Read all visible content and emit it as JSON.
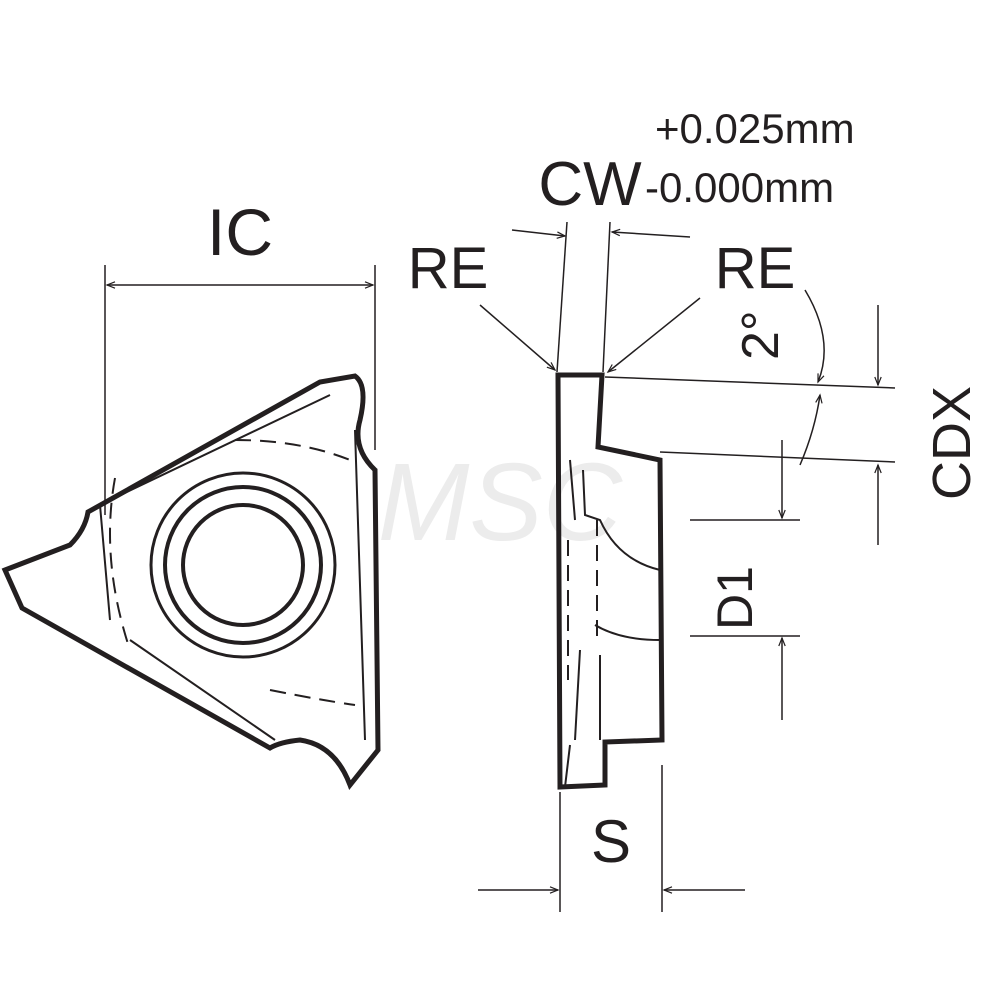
{
  "labels": {
    "ic": "IC",
    "re_left": "RE",
    "re_right": "RE",
    "cw": "CW",
    "tol_plus": "+0.025mm",
    "tol_minus": "-0.000mm",
    "angle": "2°",
    "cdx": "CDX",
    "d1": "D1",
    "s": "S"
  },
  "watermark": "MSC",
  "colors": {
    "line": "#231f20",
    "watermark": "#e6e6e6"
  }
}
